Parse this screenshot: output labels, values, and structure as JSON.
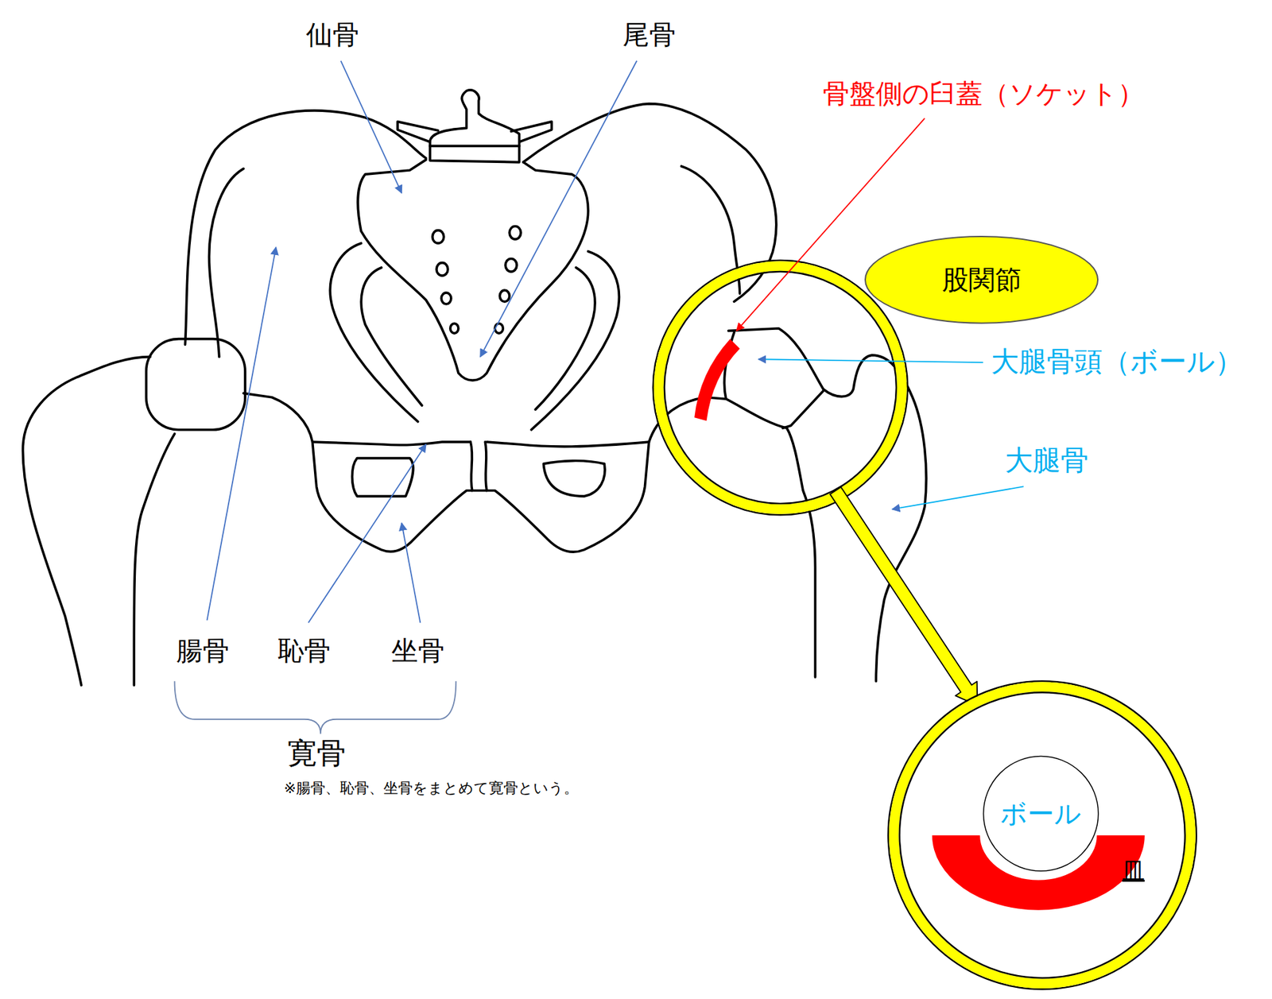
{
  "diagram": {
    "nodes": [
      {
        "text": [
          "股関節"
        ]
      },
      {
        "text": [
          "ボール"
        ]
      },
      {
        "text": [
          "皿"
        ]
      }
    ],
    "labels": [
      "仙骨",
      "尾骨",
      "骨盤側の臼蓋（ソケット）",
      "大腿骨頭（ボール）",
      "大腿骨",
      "腸骨",
      "恥骨",
      "坐骨",
      "寛骨",
      "※腸骨、恥骨、坐骨をまとめて寛骨という。"
    ]
  }
}
